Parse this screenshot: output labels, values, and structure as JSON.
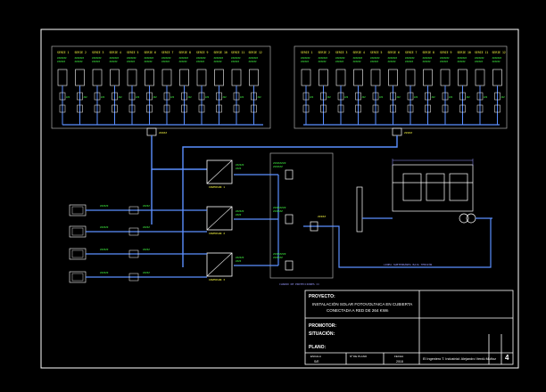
{
  "canvas": {
    "background": "#000000",
    "frame_color": "#ffffff",
    "colors": {
      "wire": "#5b8fff",
      "component": "#ffffff",
      "label": "#ffff44",
      "green_label": "#44ff44",
      "subframe": "#aaaaaa",
      "dim": "#9999ff"
    }
  },
  "title_block": {
    "proyecto_label": "PROYECTO:",
    "project_line1": "INSTALACIÓN SOLAR FOTOVOLTAICA EN CUBIERTA",
    "project_line2": "CONECTADA A RED DE 264 KWn",
    "promotor_label": "PROMOTOR:",
    "situacion_label": "SITUACIÓN:",
    "plano_label": "PLANO:",
    "escala_label": "ESCALA",
    "escala_value": "S/E",
    "fecha_label": "FECHA",
    "fecha_value": "2018",
    "numero_label": "Nº DE PLANO",
    "author": "El Ingeniero T. Industrial: Alejandro Verdú Muñoz",
    "sheet_number": "4"
  },
  "diagram": {
    "string_label": "SERIE",
    "string_count_left": 12,
    "string_count_right": 12,
    "inverter_label": "INVERSOR",
    "inverter_count": 3,
    "panel_group_count": 6,
    "footnote_left": "CUADRO DE PROTECCIONES CC",
    "footnote_right": "LINEA SUBTERRÁNEA BAJA TENSIÓN"
  }
}
